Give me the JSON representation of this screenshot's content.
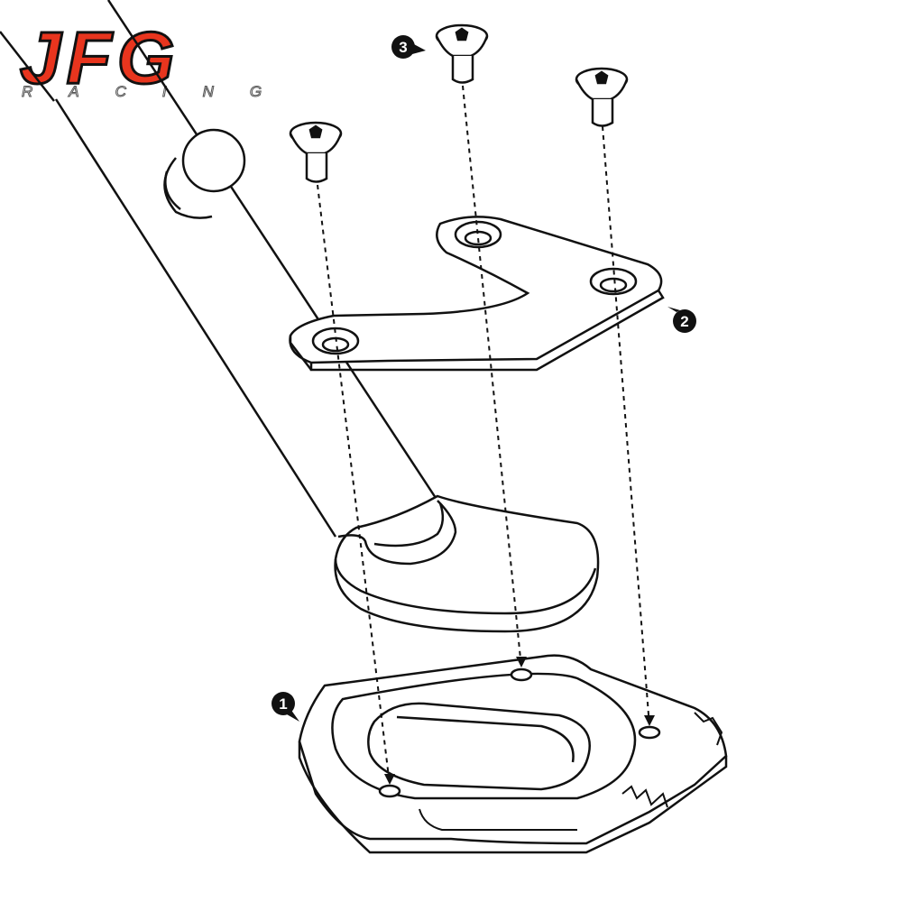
{
  "logo": {
    "brand": "JFG",
    "tagline": "RACING",
    "brand_color": "#e8351e",
    "outline_color": "#111111"
  },
  "diagram": {
    "line_color": "#111111",
    "background": "#ffffff",
    "callouts": [
      {
        "label": "1"
      },
      {
        "label": "2"
      },
      {
        "label": "3"
      }
    ]
  }
}
